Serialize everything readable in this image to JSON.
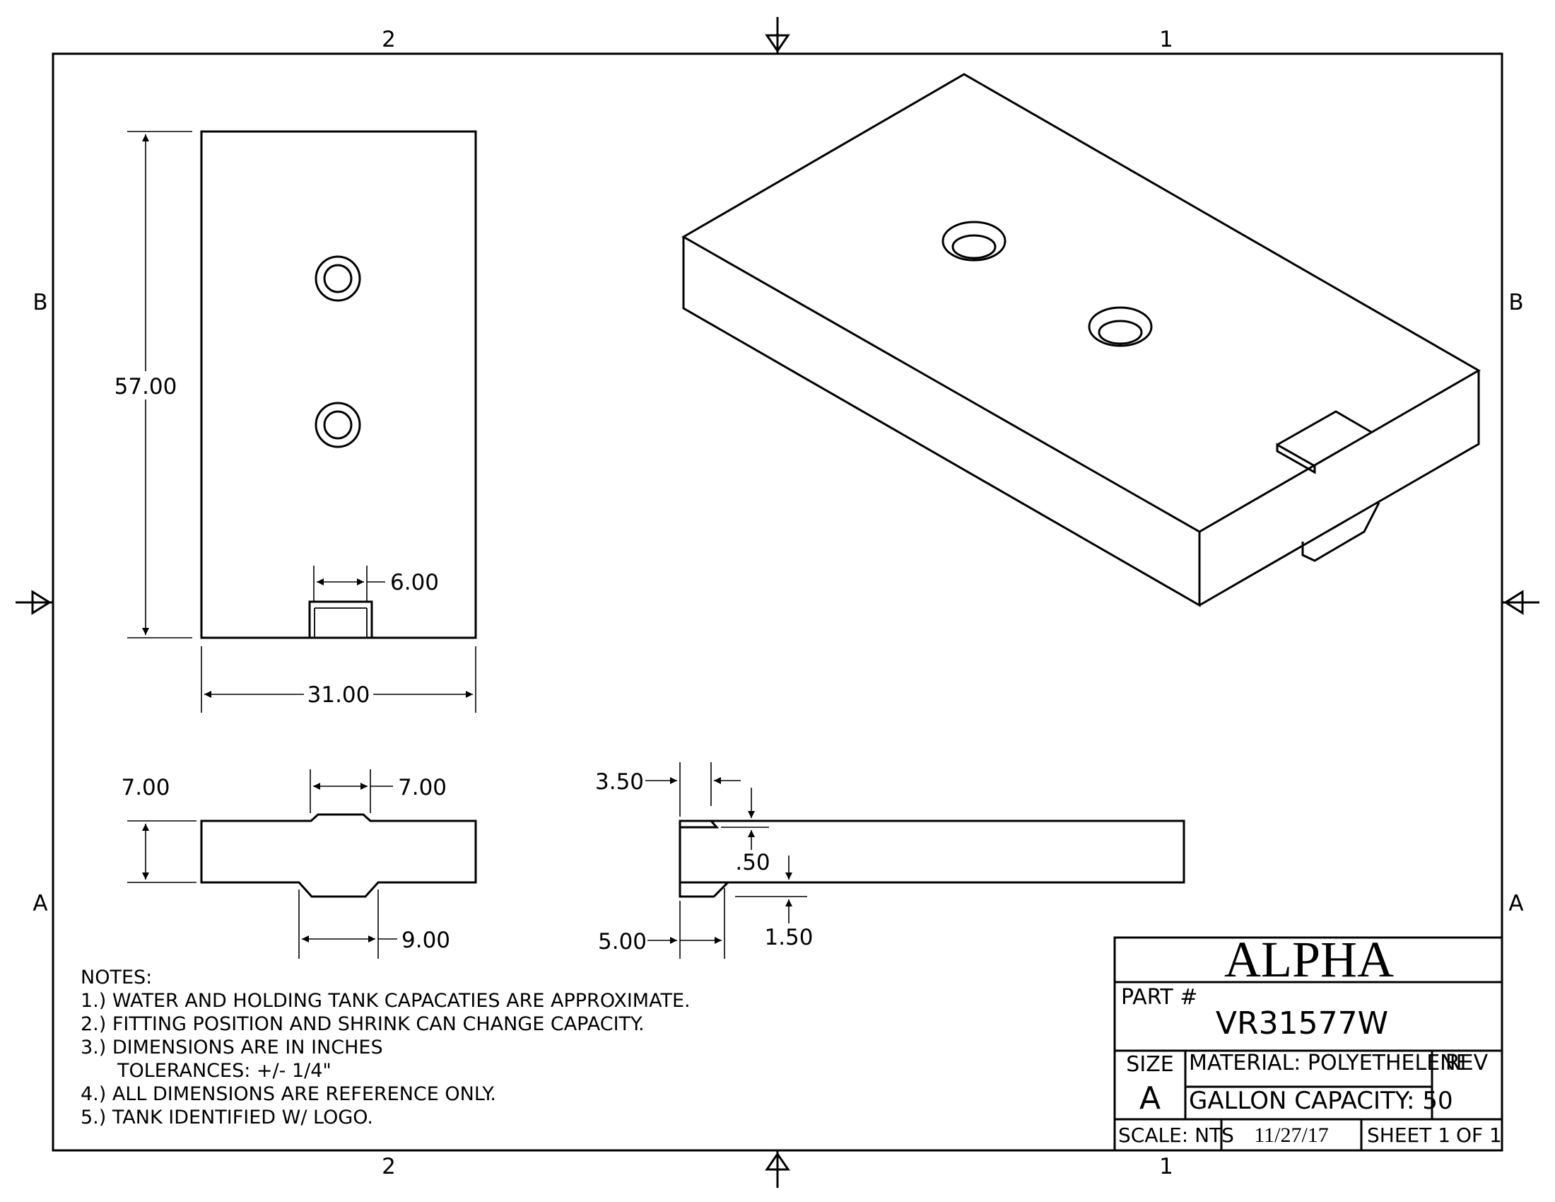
{
  "zone_labels": {
    "top_left": "2",
    "top_right": "1",
    "bottom_left": "2",
    "bottom_right": "1",
    "left_upper": "B",
    "left_lower": "A",
    "right_upper": "B",
    "right_lower": "A"
  },
  "dimensions": {
    "height": "57.00",
    "width": "31.00",
    "notch_width_top": "6.00",
    "thickness": "7.00",
    "notch_top": "7.00",
    "notch_bottom": "9.00",
    "side_top_step": "3.50",
    "side_bottom_step": "5.00",
    "side_small": ".50",
    "side_depth": "1.50"
  },
  "notes": {
    "heading": "NOTES:",
    "lines": [
      "1.) WATER AND HOLDING TANK CAPACATIES ARE APPROXIMATE.",
      "2.) FITTING POSITION AND SHRINK CAN CHANGE CAPACITY.",
      "3.) DIMENSIONS ARE IN INCHES",
      "TOLERANCES: +/-  1/4\"",
      "4.) ALL DIMENSIONS ARE REFERENCE ONLY.",
      "5.) TANK IDENTIFIED W/ LOGO."
    ]
  },
  "title_block": {
    "company": "ALPHA",
    "part_label": "PART #",
    "part_number": "VR31577W",
    "size_label": "SIZE",
    "size_value": "A",
    "material": "MATERIAL: POLYETHELENE",
    "rev_label": "REV",
    "capacity": "GALLON CAPACITY: 50",
    "scale": "SCALE: NTS",
    "date": "11/27/17",
    "sheet": "SHEET 1",
    "of": "OF 1"
  }
}
